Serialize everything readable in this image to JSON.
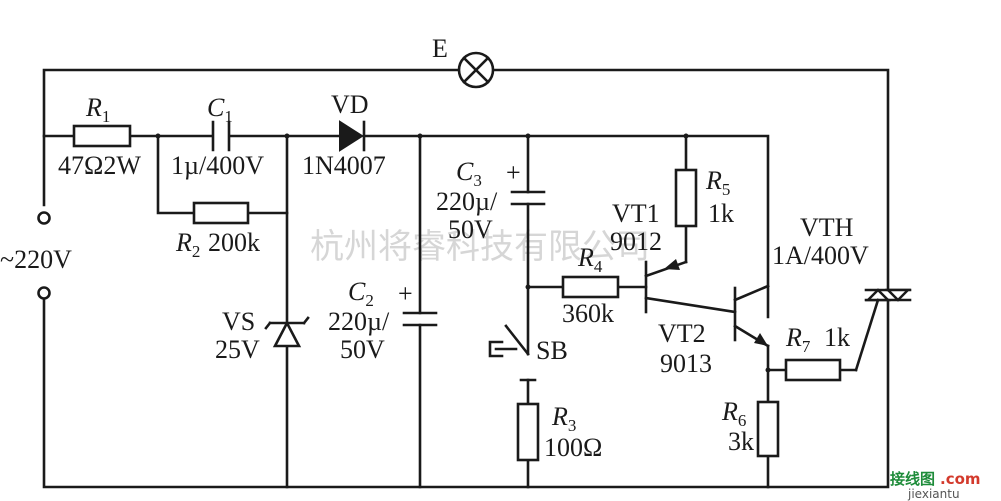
{
  "diagram": {
    "lamp": "E",
    "supply": "~220V",
    "r1": {
      "name": "R",
      "index": "1",
      "value": "47Ω2W"
    },
    "c1": {
      "name": "C",
      "index": "1",
      "value": "1µ/400V"
    },
    "vd": {
      "name": "VD",
      "value": "1N4007"
    },
    "r2": {
      "name": "R",
      "index": "2",
      "value": "200k"
    },
    "vs": {
      "name": "VS",
      "value": "25V"
    },
    "c2": {
      "name": "C",
      "index": "2",
      "value1": "220µ/",
      "value2": "50V",
      "polarity": "+"
    },
    "c3": {
      "name": "C",
      "index": "3",
      "value1": "220µ/",
      "value2": "50V",
      "polarity": "+"
    },
    "r4": {
      "name": "R",
      "index": "4",
      "value": "360k"
    },
    "sb": {
      "name": "SB"
    },
    "r3": {
      "name": "R",
      "index": "3",
      "value": "100Ω"
    },
    "vt1": {
      "name": "VT1",
      "value": "9012"
    },
    "r5": {
      "name": "R",
      "index": "5",
      "value": "1k"
    },
    "vt2": {
      "name": "VT2",
      "value": "9013"
    },
    "r6": {
      "name": "R",
      "index": "6",
      "value": "3k"
    },
    "r7": {
      "name": "R",
      "index": "7",
      "value": "1k"
    },
    "vth": {
      "name": "VTH",
      "value": "1A/400V"
    }
  },
  "watermark": "杭州将睿科技有限公司",
  "site_logo": {
    "part1": "接线图",
    "part2": ".com",
    "domain": "jiexiantu"
  }
}
